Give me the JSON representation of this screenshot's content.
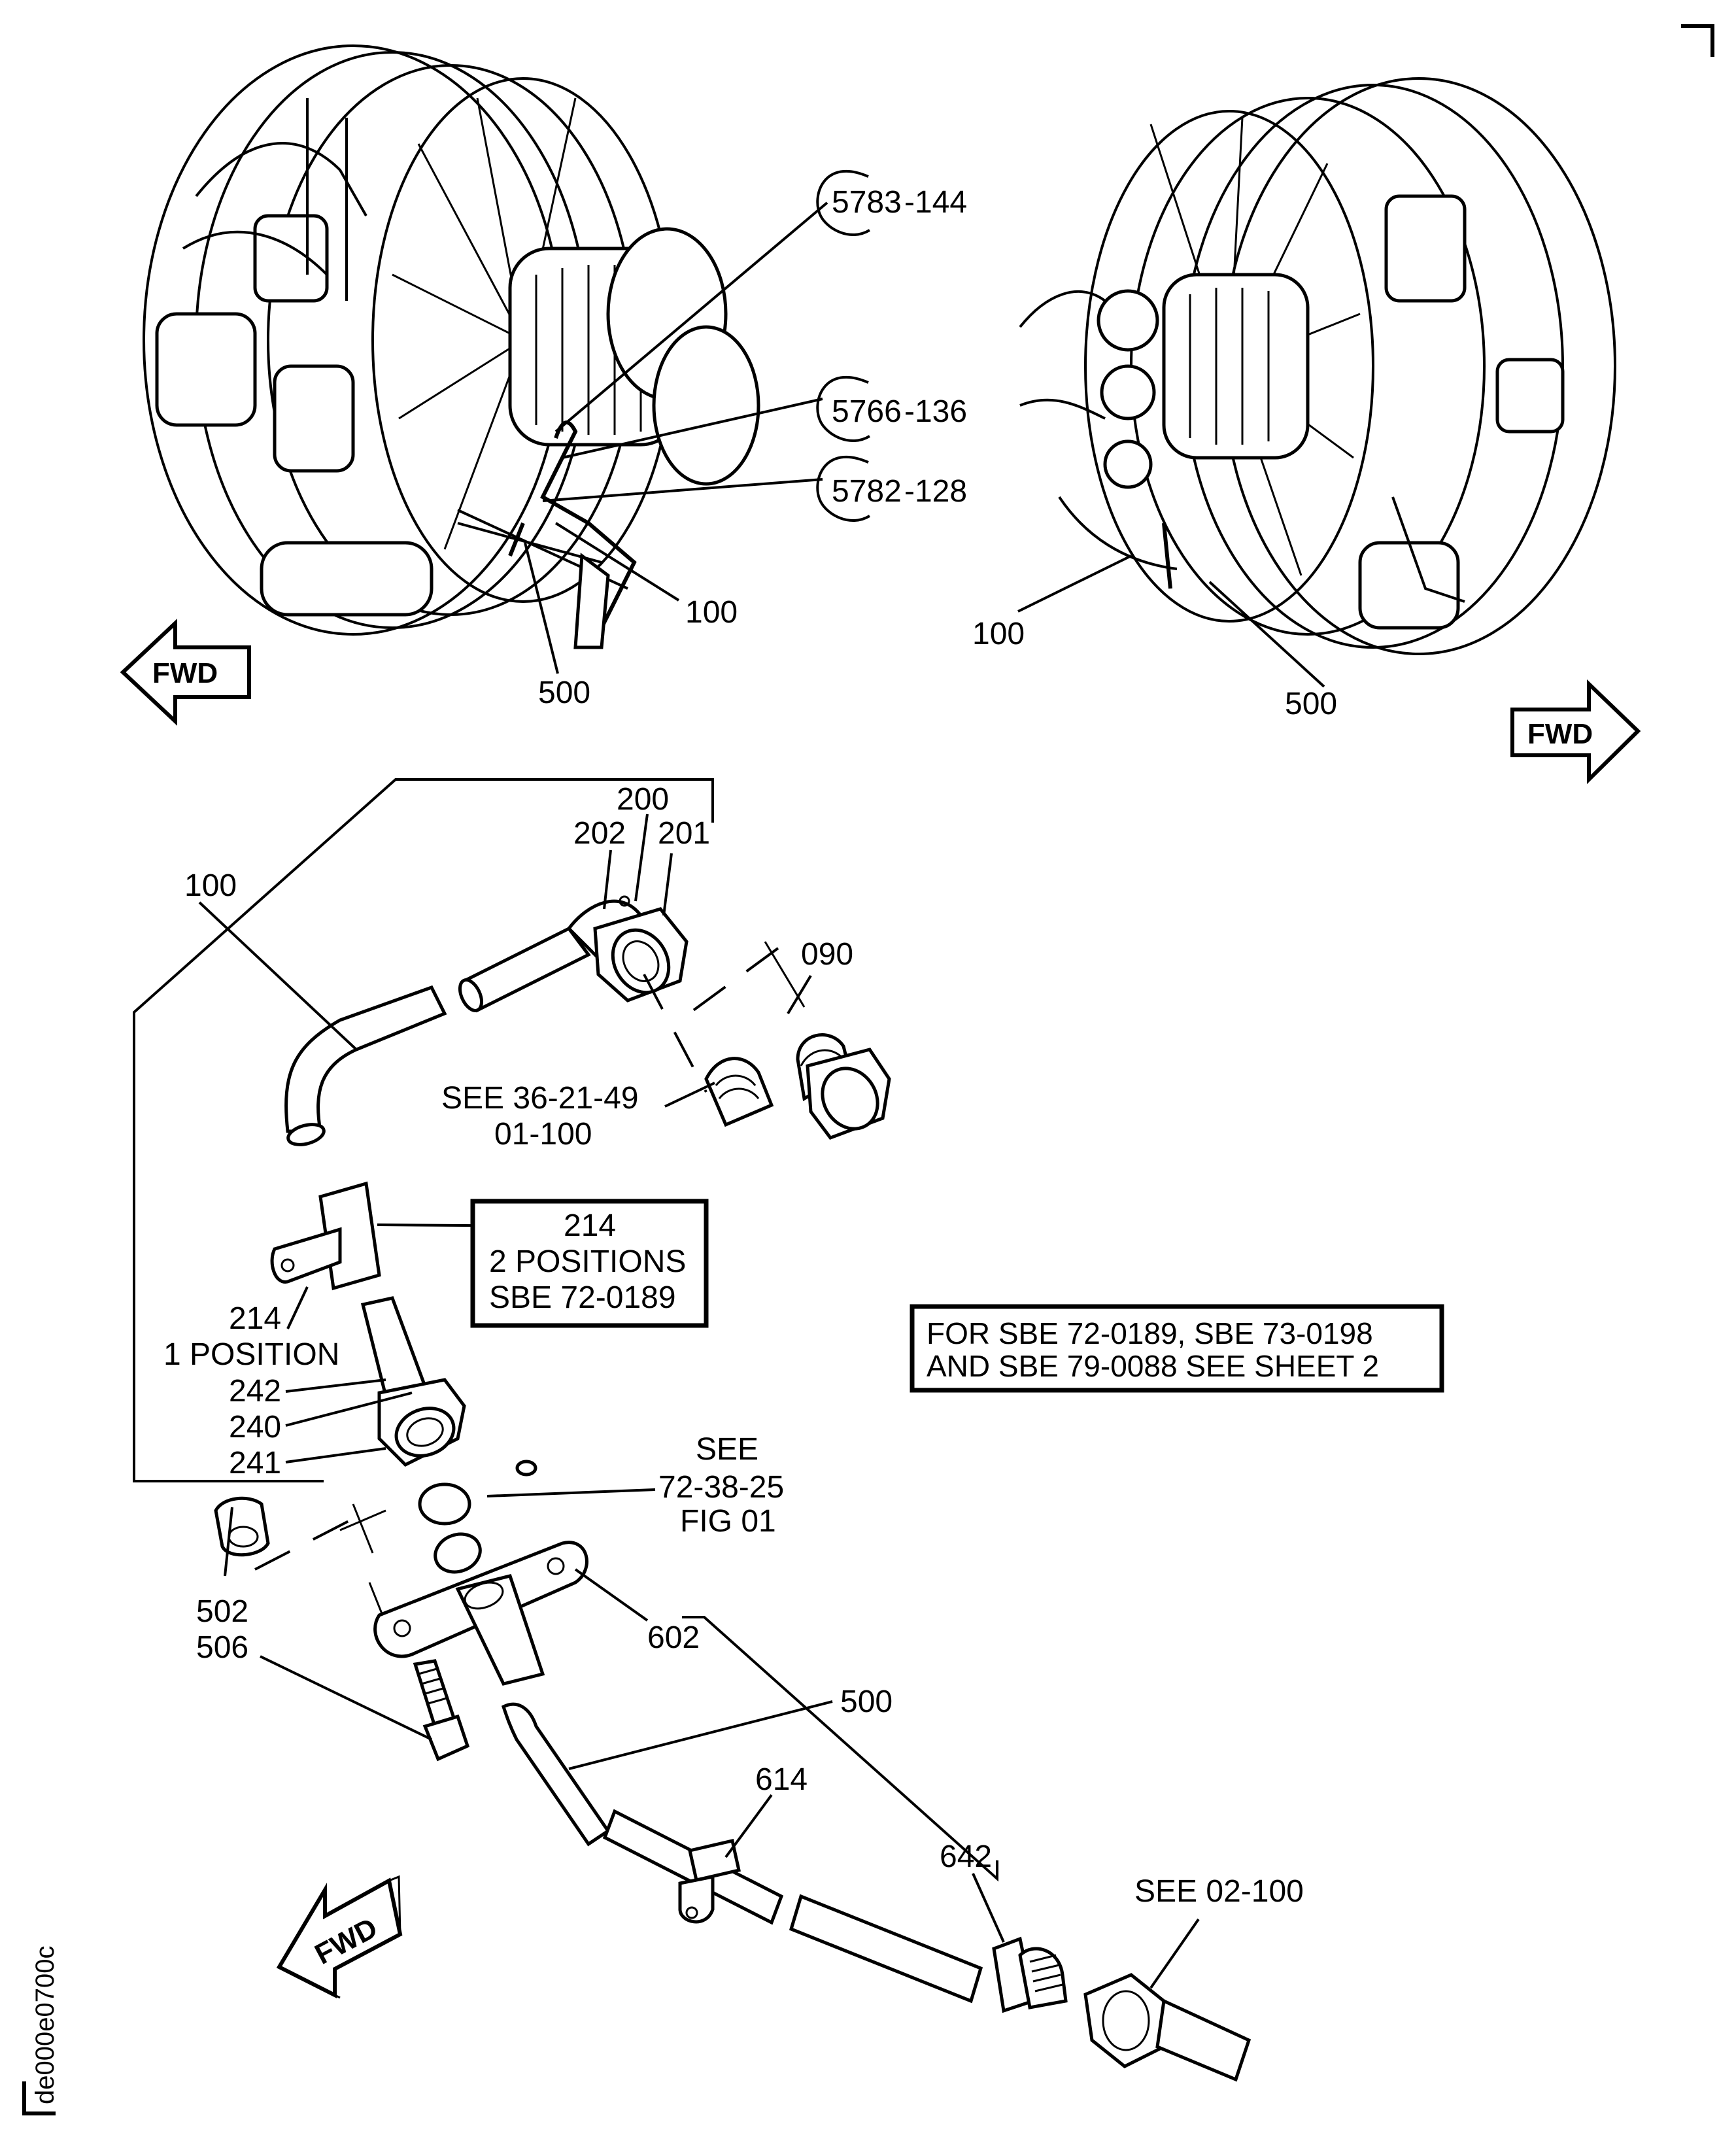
{
  "figure_id": "de000e0700c",
  "colors": {
    "ink": "#000000",
    "paper": "#ffffff"
  },
  "engine_views": {
    "left": {
      "callouts": [
        {
          "id": "5783-144",
          "prefix": "5783",
          "suffix": "-144"
        },
        {
          "id": "5766-136",
          "prefix": "5766",
          "suffix": "-136"
        },
        {
          "id": "5782-128",
          "prefix": "5782",
          "suffix": "-128"
        }
      ],
      "item_labels": [
        "100",
        "500"
      ],
      "fwd_arrow": {
        "label": "FWD",
        "direction": "left"
      }
    },
    "right": {
      "item_labels": [
        "100",
        "500"
      ],
      "fwd_arrow": {
        "label": "FWD",
        "direction": "right"
      }
    }
  },
  "exploded_view": {
    "item_labels": {
      "i100": "100",
      "i200": "200",
      "i201": "201",
      "i202": "202",
      "i090": "090",
      "i214_single": "214",
      "one_position": "1 POSITION",
      "i242": "242",
      "i240": "240",
      "i241": "241",
      "i502": "502",
      "i506": "506",
      "i602": "602",
      "i500": "500",
      "i614": "614",
      "i642": "642"
    },
    "references": {
      "see_36_line1": "SEE 36-21-49",
      "see_36_line2": "01-100",
      "see_72_line1": "SEE",
      "see_72_line2": "72-38-25",
      "see_72_line3": "FIG 01",
      "see_02": "SEE 02-100"
    },
    "boxed_note_214": {
      "line1": "214",
      "line2": "2 POSITIONS",
      "line3": "SBE 72-0189"
    },
    "sheet_note": {
      "line1": "FOR SBE 72-0189, SBE 73-0198",
      "line2": "AND SBE 79-0088 SEE SHEET 2"
    },
    "fwd_arrow": {
      "label": "FWD",
      "direction": "down-left-isometric"
    }
  }
}
